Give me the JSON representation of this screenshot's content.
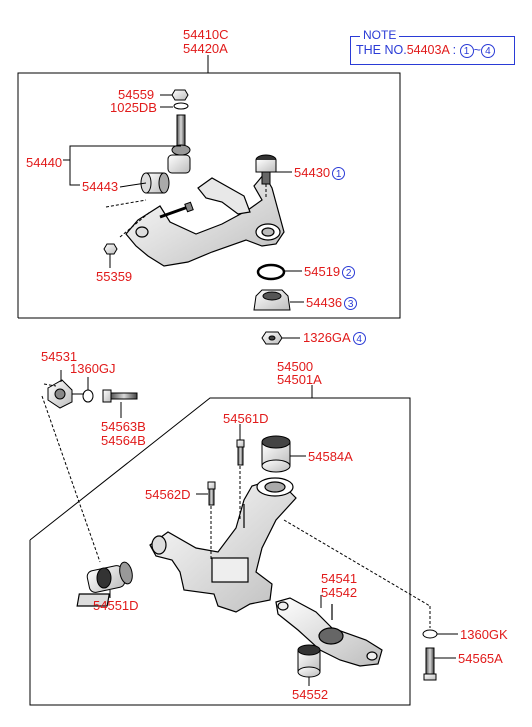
{
  "note": {
    "title": "NOTE",
    "prefix": "THE NO.",
    "part": "54403A",
    "sep": ":",
    "from": "1",
    "tilde": "~",
    "to": "4"
  },
  "upper": {
    "assembly_top": "54410C",
    "assembly_bottom": "54420A",
    "parts": [
      {
        "code": "54559"
      },
      {
        "code": "1025DB"
      },
      {
        "code": "54440"
      },
      {
        "code": "54443"
      },
      {
        "code": "55359"
      }
    ],
    "note_parts": [
      {
        "code": "54430",
        "ref": "1"
      },
      {
        "code": "54519",
        "ref": "2"
      },
      {
        "code": "54436",
        "ref": "3"
      },
      {
        "code": "1326GA",
        "ref": "4"
      }
    ]
  },
  "lower": {
    "assembly_top": "54500",
    "assembly_bottom": "54501A",
    "parts": {
      "p54531": "54531",
      "p1360GJ": "1360GJ",
      "p54563B": "54563B",
      "p54564B": "54564B",
      "p54561D": "54561D",
      "p54584A": "54584A",
      "p54562D": "54562D",
      "p54551D": "54551D",
      "p54541": "54541",
      "p54542": "54542",
      "p1360GK": "1360GK",
      "p54565A": "54565A",
      "p54552": "54552"
    }
  },
  "colors": {
    "label": "#e11b1b",
    "note": "#2a3bd6",
    "line": "#000000"
  }
}
